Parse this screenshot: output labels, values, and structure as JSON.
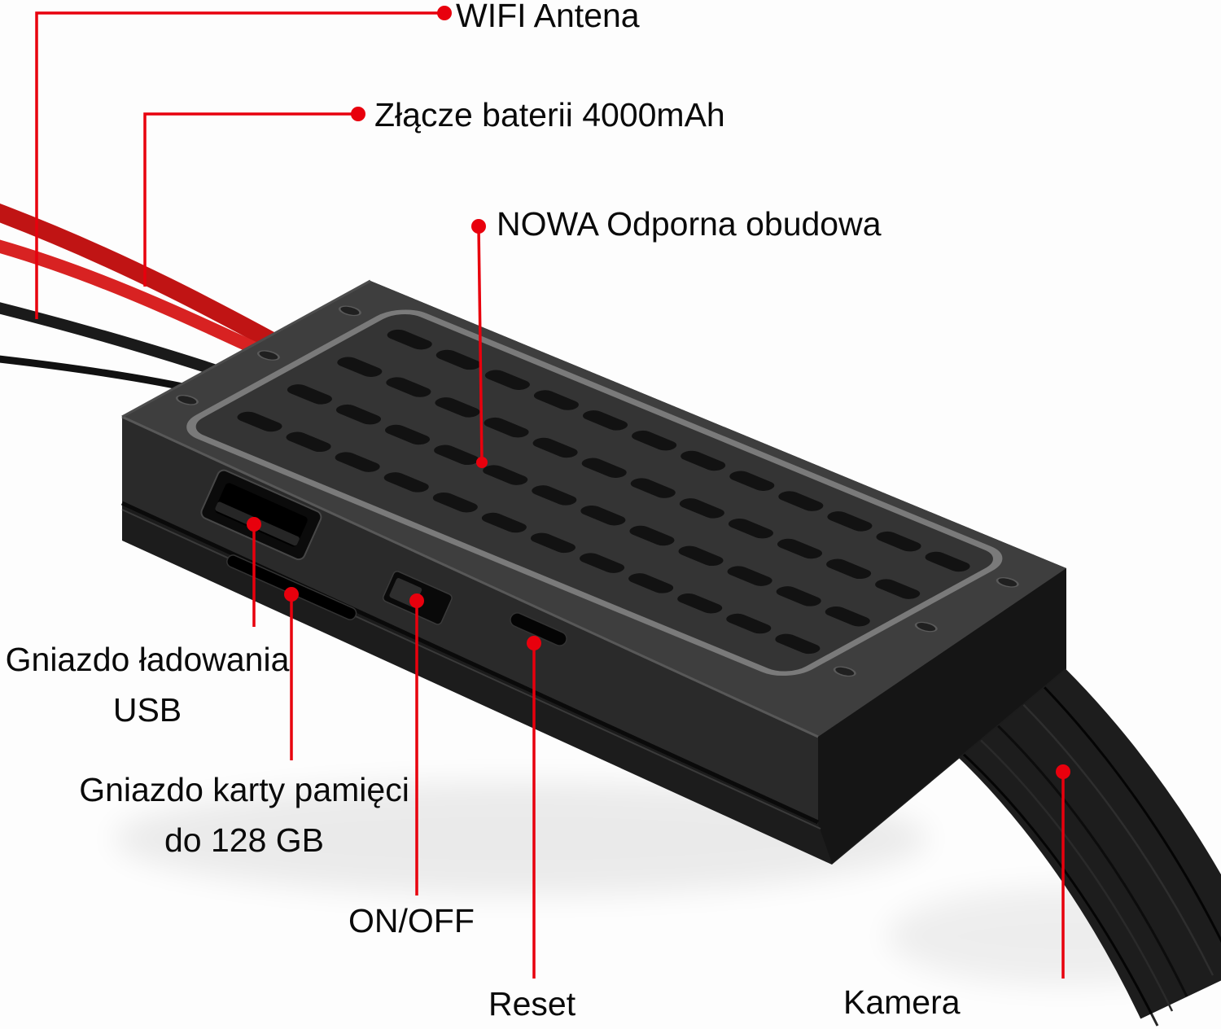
{
  "meta": {
    "background": "#fdfdfd",
    "accent_color": "#e8000d",
    "device_color": "#3e3e3e"
  },
  "callouts": {
    "wifi": "WIFI Antena",
    "battery": "Złącze baterii 4000mAh",
    "enclosure": "NOWA Odporna obudowa",
    "usb_line1": "Gniazdo ładowania",
    "usb_line2": "USB",
    "memory_line1": "Gniazdo karty pamięci",
    "memory_line2": "do 128 GB",
    "power_switch": "ON/OFF",
    "reset": "Reset",
    "camera": "Kamera"
  }
}
